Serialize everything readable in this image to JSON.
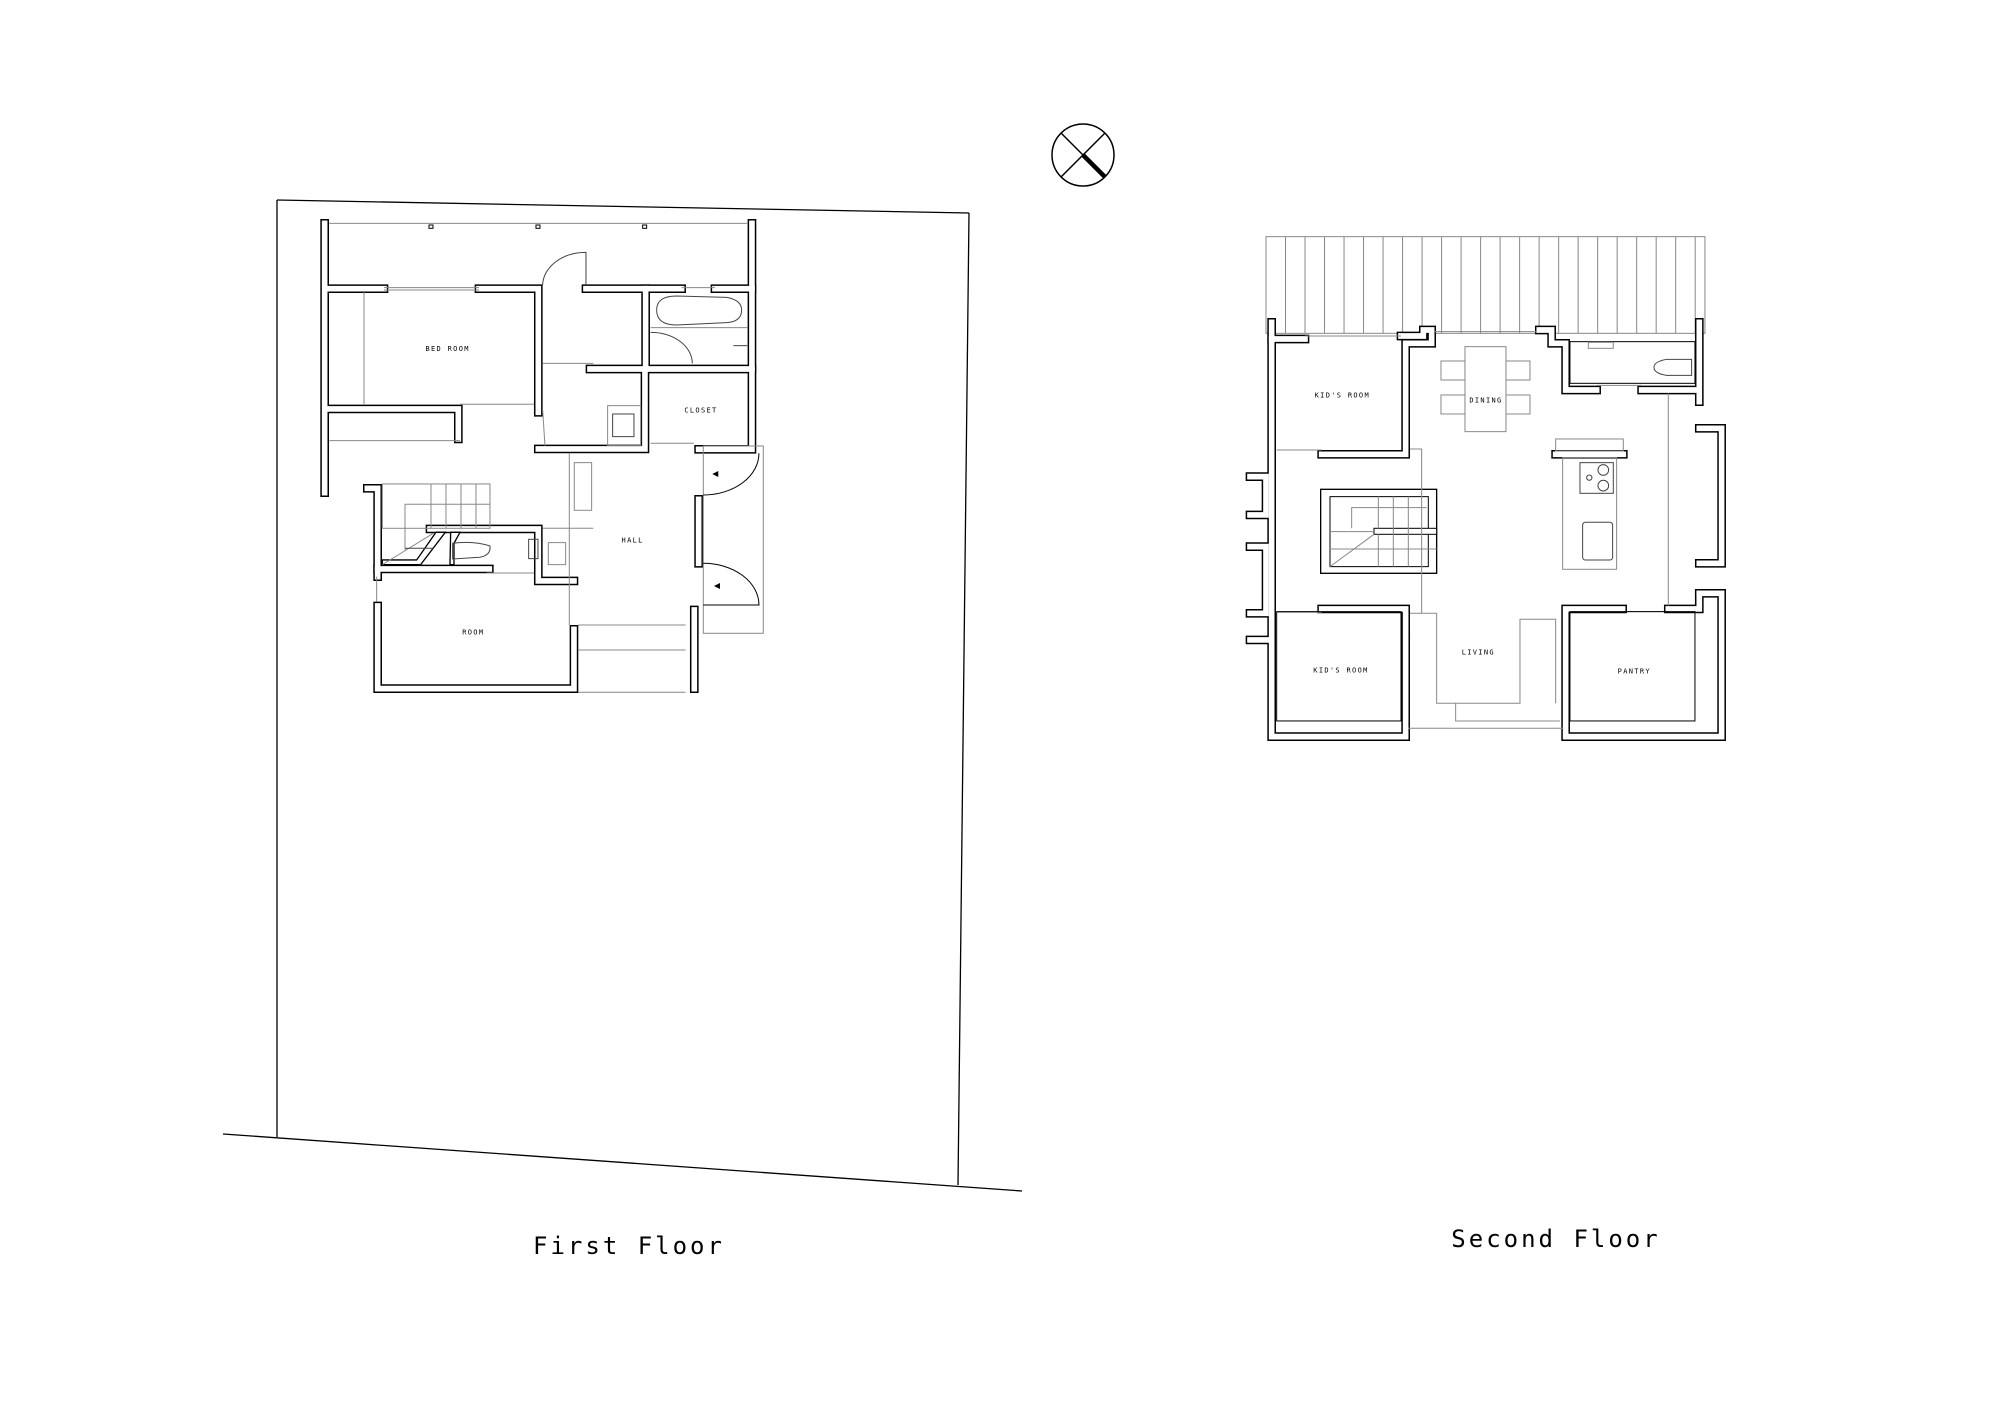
{
  "first_floor": {
    "title": "First Floor",
    "rooms": [
      "BED ROOM",
      "CLOSET",
      "HALL",
      "ROOM"
    ]
  },
  "second_floor": {
    "title": "Second Floor",
    "rooms": [
      "KID'S ROOM",
      "DINING",
      "KID'S ROOM",
      "LIVING",
      "PANTRY"
    ]
  },
  "north_arrow": {
    "icon": "compass-icon"
  }
}
